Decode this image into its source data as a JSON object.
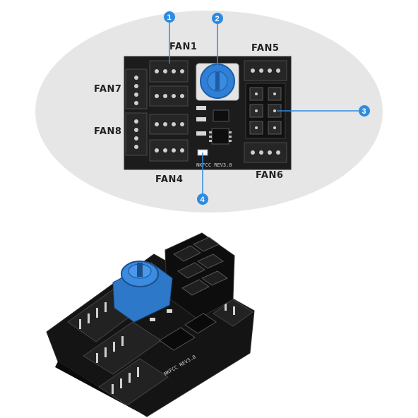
{
  "top_diagram": {
    "fan_labels": {
      "fan1": "FAN1",
      "fan5": "FAN5",
      "fan7": "FAN7",
      "fan8": "FAN8",
      "fan4": "FAN4",
      "fan6": "FAN6"
    },
    "callouts": [
      "1",
      "2",
      "3",
      "4"
    ],
    "board_silkscreen": "NKFCC REV3.0"
  },
  "bottom_photo": {
    "board_silkscreen": "NKFCC REV3.0"
  },
  "colors": {
    "background_ellipse": "#e6e6e6",
    "pcb": "#1b1b1b",
    "potentiometer": "#2f7fd6",
    "callout": "#2d8be0"
  }
}
